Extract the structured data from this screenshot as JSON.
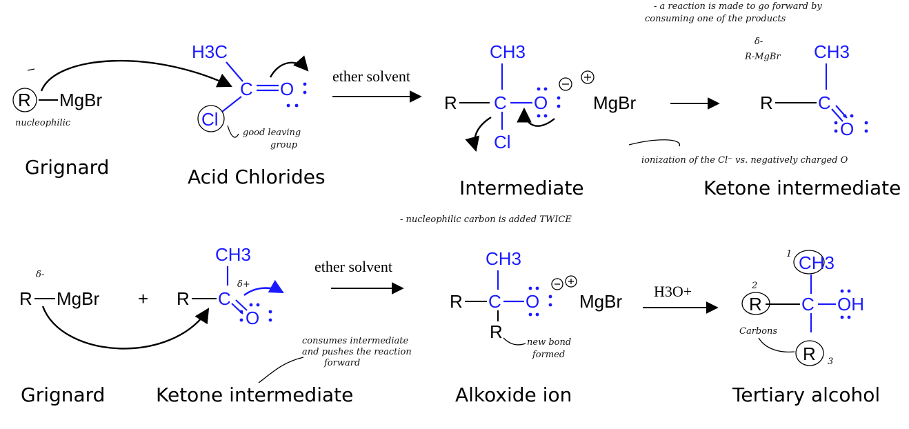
{
  "reaction1": {
    "grignard_R": "R",
    "grignard_mgbr": "MgBr",
    "acid_h3c": "H3C",
    "acid_c": "C",
    "acid_o": "O",
    "acid_cl": "Cl",
    "solvent": "ether solvent",
    "int_ch3": "CH3",
    "int_r": "R",
    "int_c": "C",
    "int_o": "O",
    "int_cl": "Cl",
    "int_mgbr": "MgBr",
    "ket_ch3": "CH3",
    "ket_r": "R",
    "ket_c": "C",
    "ket_o": "O"
  },
  "reaction2": {
    "grignard_R": "R",
    "grignard_mgbr": "MgBr",
    "plus": "+",
    "ket_ch3": "CH3",
    "ket_r": "R",
    "ket_c": "C",
    "ket_o": "O",
    "solvent": "ether solvent",
    "alk_ch3": "CH3",
    "alk_r": "R",
    "alk_c": "C",
    "alk_o": "O",
    "alk_r2": "R",
    "alk_mgbr": "MgBr",
    "reagent": "H3O+",
    "tert_ch3": "CH3",
    "tert_r": "R",
    "tert_c": "C",
    "tert_oh": "OH",
    "tert_r2": "R"
  },
  "captions": {
    "grignard1": "Grignard",
    "acid_chlorides": "Acid Chlorides",
    "intermediate": "Intermediate",
    "ketone_intermediate1": "Ketone intermediate",
    "grignard2": "Grignard",
    "ketone_intermediate2": "Ketone intermediate",
    "alkoxide": "Alkoxide ion",
    "tertiary": "Tertiary alcohol"
  },
  "notes": {
    "top_note_1": "- a reaction is made to go forward by",
    "top_note_2": "consuming one of the products",
    "nucleophilic": "nucleophilic",
    "good_leaving_1": "good leaving",
    "good_leaving_2": "group",
    "partial_neg_top": "δ-",
    "ketone_r_mgbr": "R-MgBr",
    "ionization": "ionization of the Cl⁻ vs. negatively charged O",
    "twice": "- nucleophilic carbon is added TWICE",
    "delta_minus": "δ-",
    "delta_plus": "δ+",
    "consumes_1": "consumes intermediate",
    "consumes_2": "and pushes the reaction",
    "consumes_3": "forward",
    "new_bond_1": "new bond",
    "new_bond_2": "formed",
    "carbons": "Carbons",
    "num1": "1",
    "num2": "2",
    "num3": "3"
  },
  "colors": {
    "chem_blue": "#1a1aff",
    "ink": "#000000"
  }
}
